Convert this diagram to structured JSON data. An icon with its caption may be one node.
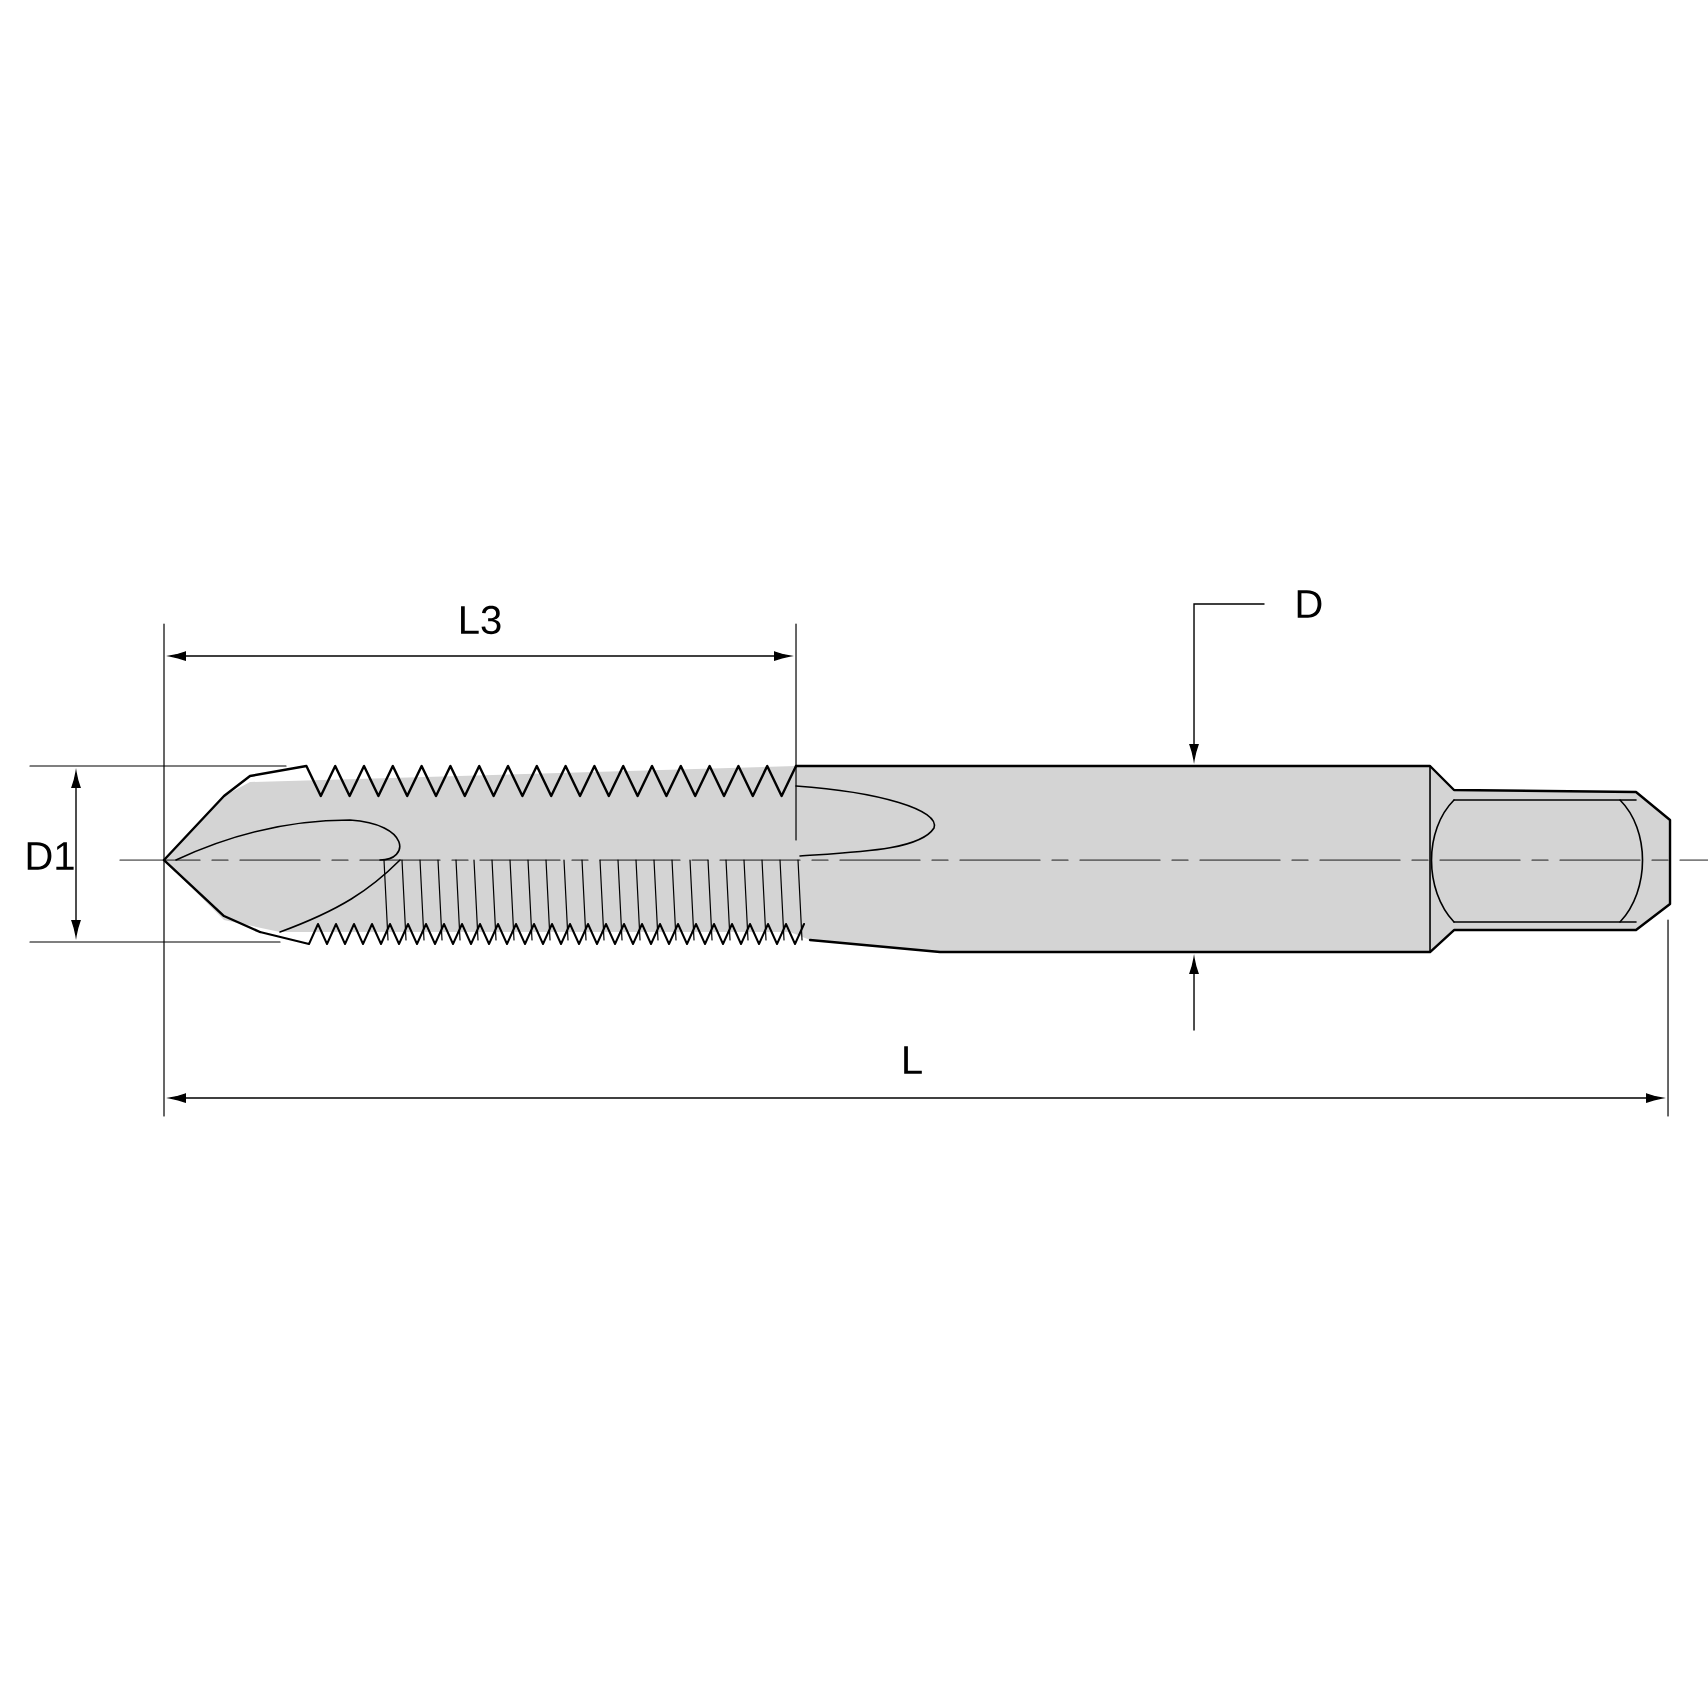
{
  "diagram": {
    "labels": [
      "L3",
      "D",
      "D1",
      "L"
    ]
  }
}
